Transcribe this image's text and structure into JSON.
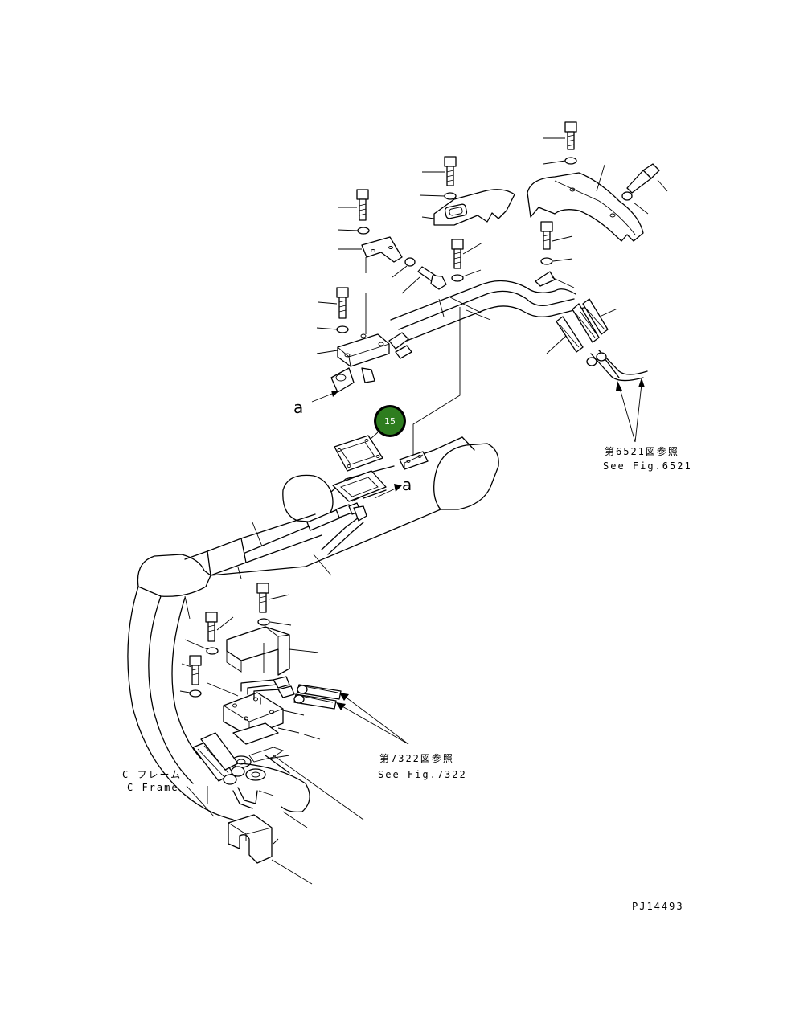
{
  "diagram": {
    "callout_badge": {
      "label": "15",
      "color": "#2e7d1f",
      "ring_color": "#000000"
    },
    "view_marker_top": "a",
    "view_marker_mid": "a",
    "ref_top": {
      "jp": "第6521図参照",
      "en": "See Fig.6521"
    },
    "ref_bottom": {
      "jp": "第7322図参照",
      "en": "See Fig.7322"
    },
    "frame_label": {
      "jp": "C-フレーム",
      "en": "C-Frame"
    },
    "drawing_number": "PJ14493"
  }
}
